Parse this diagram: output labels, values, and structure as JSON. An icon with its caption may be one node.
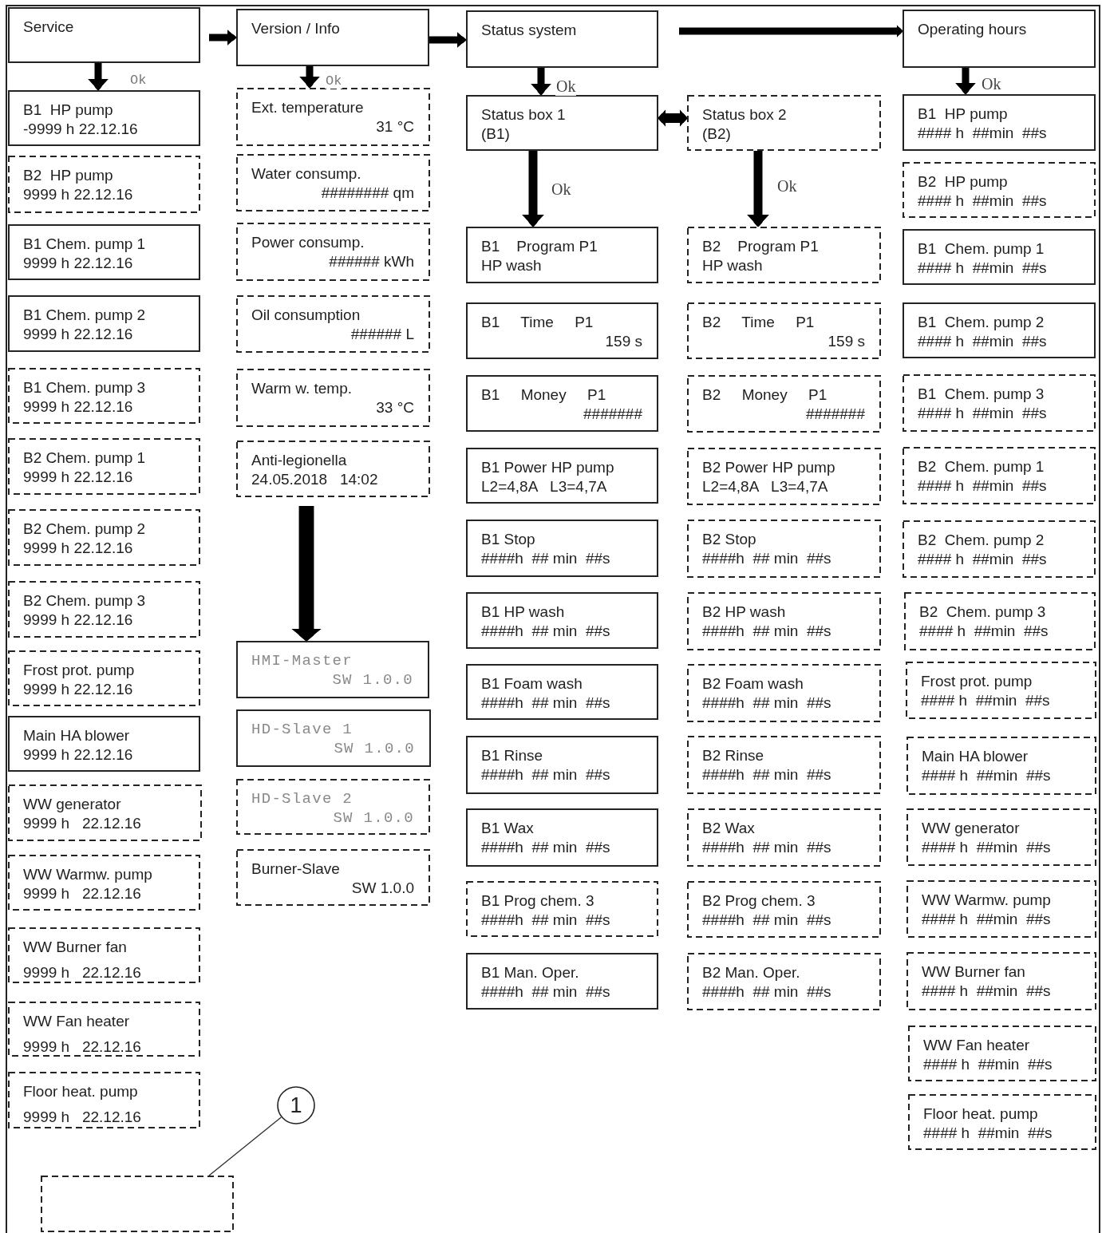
{
  "diagram": {
    "nodes": [
      {
        "text": [
          "Service"
        ]
      },
      {
        "text": [
          "B1  HP pump",
          "-9999 h 22.12.16"
        ]
      },
      {
        "text": [
          "B2  HP pump",
          "9999 h 22.12.16"
        ]
      },
      {
        "text": [
          "B1 Chem. pump 1",
          "9999 h 22.12.16"
        ]
      },
      {
        "text": [
          "B1 Chem. pump 2",
          "9999 h 22.12.16"
        ]
      },
      {
        "text": [
          "B1 Chem. pump 3",
          "9999 h 22.12.16"
        ]
      },
      {
        "text": [
          "B2 Chem. pump 1",
          "9999 h 22.12.16"
        ]
      },
      {
        "text": [
          "B2 Chem. pump 2",
          "9999 h 22.12.16"
        ]
      },
      {
        "text": [
          "B2 Chem. pump 3",
          "9999 h 22.12.16"
        ]
      },
      {
        "text": [
          "Frost prot. pump",
          "9999 h 22.12.16"
        ]
      },
      {
        "text": [
          "Main HA blower",
          "9999 h 22.12.16"
        ]
      },
      {
        "text": [
          "WW generator",
          "9999 h   22.12.16"
        ]
      },
      {
        "text": [
          "WW Warmw. pump",
          "9999 h   22.12.16"
        ]
      },
      {
        "text": [
          "WW Burner fan",
          "9999 h   22.12.16"
        ]
      },
      {
        "text": [
          "WW Fan heater",
          "9999 h   22.12.16"
        ]
      },
      {
        "text": [
          "Floor heat. pump",
          "9999 h   22.12.16"
        ]
      },
      {
        "text": [
          "Version / Info"
        ]
      },
      {
        "text": [
          "Ext. temperature",
          "31 °C"
        ]
      },
      {
        "text": [
          "Water consump.",
          "######## qm"
        ]
      },
      {
        "text": [
          "Power consump.",
          "###### kWh"
        ]
      },
      {
        "text": [
          "Oil consumption",
          "###### L"
        ]
      },
      {
        "text": [
          "Warm w. temp.",
          "33 °C"
        ]
      },
      {
        "text": [
          "Anti-legionella",
          "24.05.2018   14:02"
        ]
      },
      {
        "text": [
          "HMI-Master",
          "SW 1.0.0"
        ]
      },
      {
        "text": [
          "HD-Slave 1",
          "SW 1.0.0"
        ]
      },
      {
        "text": [
          "HD-Slave 2",
          "SW 1.0.0"
        ]
      },
      {
        "text": [
          "Burner-Slave",
          "SW 1.0.0"
        ]
      },
      {
        "text": [
          "Status system"
        ]
      },
      {
        "text": [
          "Status box 1",
          "(B1)"
        ]
      },
      {
        "text": [
          "B1    Program P1",
          "HP wash"
        ]
      },
      {
        "text": [
          "B1     Time     P1",
          "159 s"
        ]
      },
      {
        "text": [
          "B1     Money     P1",
          "#######"
        ]
      },
      {
        "text": [
          "B1 Power HP pump",
          "L2=4,8A   L3=4,7A"
        ]
      },
      {
        "text": [
          "B1 Stop",
          "####h  ## min  ##s"
        ]
      },
      {
        "text": [
          "B1 HP wash",
          "####h  ## min  ##s"
        ]
      },
      {
        "text": [
          "B1 Foam wash",
          "####h  ## min  ##s"
        ]
      },
      {
        "text": [
          "B1 Rinse",
          "####h  ## min  ##s"
        ]
      },
      {
        "text": [
          "B1 Wax",
          "####h  ## min  ##s"
        ]
      },
      {
        "text": [
          "B1 Prog chem. 3",
          "####h  ## min  ##s"
        ]
      },
      {
        "text": [
          "B1 Man. Oper.",
          "####h  ## min  ##s"
        ]
      },
      {
        "text": [
          "Status box 2",
          "(B2)"
        ]
      },
      {
        "text": [
          "B2    Program P1",
          "HP wash"
        ]
      },
      {
        "text": [
          "B2     Time     P1",
          "159 s"
        ]
      },
      {
        "text": [
          "B2     Money     P1",
          "#######"
        ]
      },
      {
        "text": [
          "B2 Power HP pump",
          "L2=4,8A   L3=4,7A"
        ]
      },
      {
        "text": [
          "B2 Stop",
          "####h  ## min  ##s"
        ]
      },
      {
        "text": [
          "B2 HP wash",
          "####h  ## min  ##s"
        ]
      },
      {
        "text": [
          "B2 Foam wash",
          "####h  ## min  ##s"
        ]
      },
      {
        "text": [
          "B2 Rinse",
          "####h  ## min  ##s"
        ]
      },
      {
        "text": [
          "B2 Wax",
          "####h  ## min  ##s"
        ]
      },
      {
        "text": [
          "B2 Prog chem. 3",
          "####h  ## min  ##s"
        ]
      },
      {
        "text": [
          "B2 Man. Oper.",
          "####h  ## min  ##s"
        ]
      },
      {
        "text": [
          "Operating hours"
        ]
      },
      {
        "text": [
          "B1  HP pump",
          "#### h  ##min  ##s"
        ]
      },
      {
        "text": [
          "B2  HP pump",
          "#### h  ##min  ##s"
        ]
      },
      {
        "text": [
          "B1  Chem. pump 1",
          "#### h  ##min  ##s"
        ]
      },
      {
        "text": [
          "B1  Chem. pump 2",
          "#### h  ##min  ##s"
        ]
      },
      {
        "text": [
          "B1  Chem. pump 3",
          "#### h  ##min  ##s"
        ]
      },
      {
        "text": [
          "B2  Chem. pump 1",
          "#### h  ##min  ##s"
        ]
      },
      {
        "text": [
          "B2  Chem. pump 2",
          "#### h  ##min  ##s"
        ]
      },
      {
        "text": [
          "B2  Chem. pump 3",
          "#### h  ##min  ##s"
        ]
      },
      {
        "text": [
          "Frost prot. pump",
          "#### h  ##min  ##s"
        ]
      },
      {
        "text": [
          "Main HA blower",
          "#### h  ##min  ##s"
        ]
      },
      {
        "text": [
          "WW generator",
          "#### h  ##min  ##s"
        ]
      },
      {
        "text": [
          "WW Warmw. pump",
          "#### h  ##min  ##s"
        ]
      },
      {
        "text": [
          "WW Burner fan",
          "#### h  ##min  ##s"
        ]
      },
      {
        "text": [
          "WW Fan heater",
          "#### h  ##min  ##s"
        ]
      },
      {
        "text": [
          "Floor heat. pump",
          "#### h  ##min  ##s"
        ]
      },
      {
        "text": [
          "1"
        ]
      },
      {
        "text": [],
        "shape": "box"
      }
    ],
    "edges": [
      {
        "from": 0,
        "to": 16,
        "arrow": "to"
      },
      {
        "from": 16,
        "to": 27,
        "arrow": "to"
      },
      {
        "from": 27,
        "to": 52,
        "arrow": "to"
      },
      {
        "from": 0,
        "to": 1,
        "arrow": "to",
        "label": "Ok"
      },
      {
        "from": 16,
        "to": 17,
        "arrow": "to",
        "label": "Ok"
      },
      {
        "from": 27,
        "to": 28,
        "arrow": "to",
        "label": "Ok"
      },
      {
        "from": 28,
        "to": 40,
        "arrow": "both"
      },
      {
        "from": 28,
        "to": 29,
        "arrow": "to",
        "label": "Ok"
      },
      {
        "from": 40,
        "to": 41,
        "arrow": "to",
        "label": "Ok"
      },
      {
        "from": 52,
        "to": 53,
        "arrow": "to",
        "label": "Ok"
      },
      {
        "from": 22,
        "to": 23,
        "arrow": "to",
        "style": "thick"
      },
      {
        "from": 68,
        "to": 69,
        "arrow": "none"
      }
    ]
  }
}
